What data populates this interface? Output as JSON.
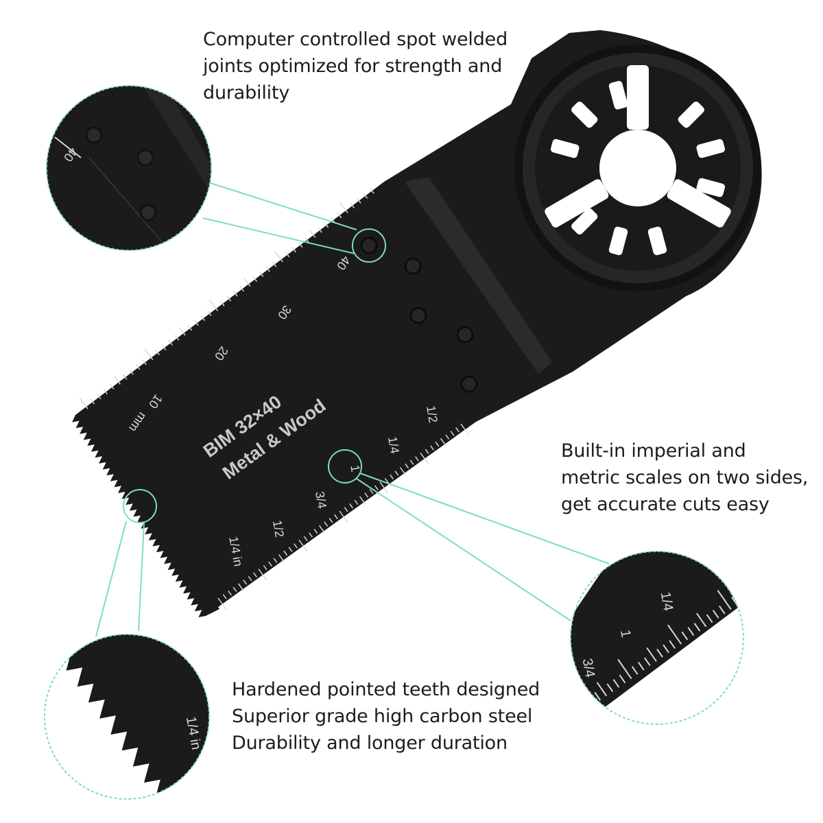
{
  "colors": {
    "blade": "#1b1b1b",
    "blade_edge": "#2d2d2d",
    "callout_line": "#7fdcc0",
    "scale_mark": "#d8d8d8",
    "text": "#1c1c1c",
    "background": "#ffffff"
  },
  "blade": {
    "model_label": "BIM 32×40",
    "material_label": "Metal & Wood"
  },
  "metric_scale": {
    "unit_label": "mm",
    "labels": [
      "10",
      "20",
      "30",
      "40"
    ]
  },
  "imperial_scale_lower": {
    "unit_label": "1/4 in",
    "labels": [
      "1/2",
      "3/4",
      "1"
    ]
  },
  "imperial_scale_upper": {
    "labels": [
      "1/4",
      "1/2"
    ]
  },
  "zoom_welds": {
    "scale_label": "40"
  },
  "zoom_scale": {
    "labels": [
      "3/4",
      "1",
      "1/4"
    ]
  },
  "zoom_teeth": {
    "scale_label": "1/4 in"
  },
  "callouts": {
    "welds": {
      "lines": [
        "Computer controlled spot welded",
        "joints optimized for strength and",
        "durability"
      ]
    },
    "scales": {
      "lines": [
        "Built-in imperial and",
        "metric scales on two sides,",
        "get accurate cuts easy"
      ]
    },
    "teeth": {
      "lines": [
        "Hardened pointed teeth designed",
        "Superior grade high carbon steel",
        "Durability and longer duration"
      ]
    }
  }
}
